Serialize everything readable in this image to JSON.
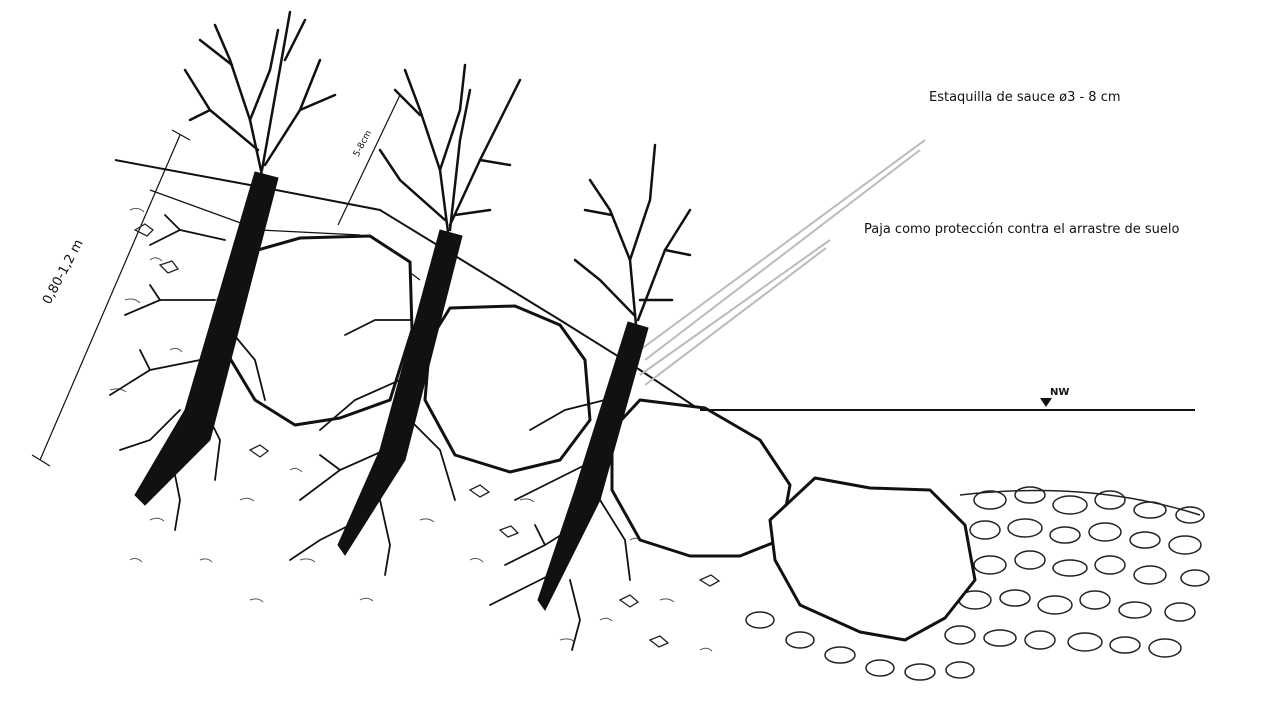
{
  "labels": {
    "cutting": "Estaquilla de sauce ø3 - 8 cm",
    "straw": "Paja como protección contra el arrastre de suelo",
    "length": "0,80-1,2 m",
    "spacing": "5-8cm",
    "water_level": "NW"
  },
  "colors": {
    "ink": "#111111",
    "leader": "#bbbbbb",
    "background": "#ffffff"
  }
}
